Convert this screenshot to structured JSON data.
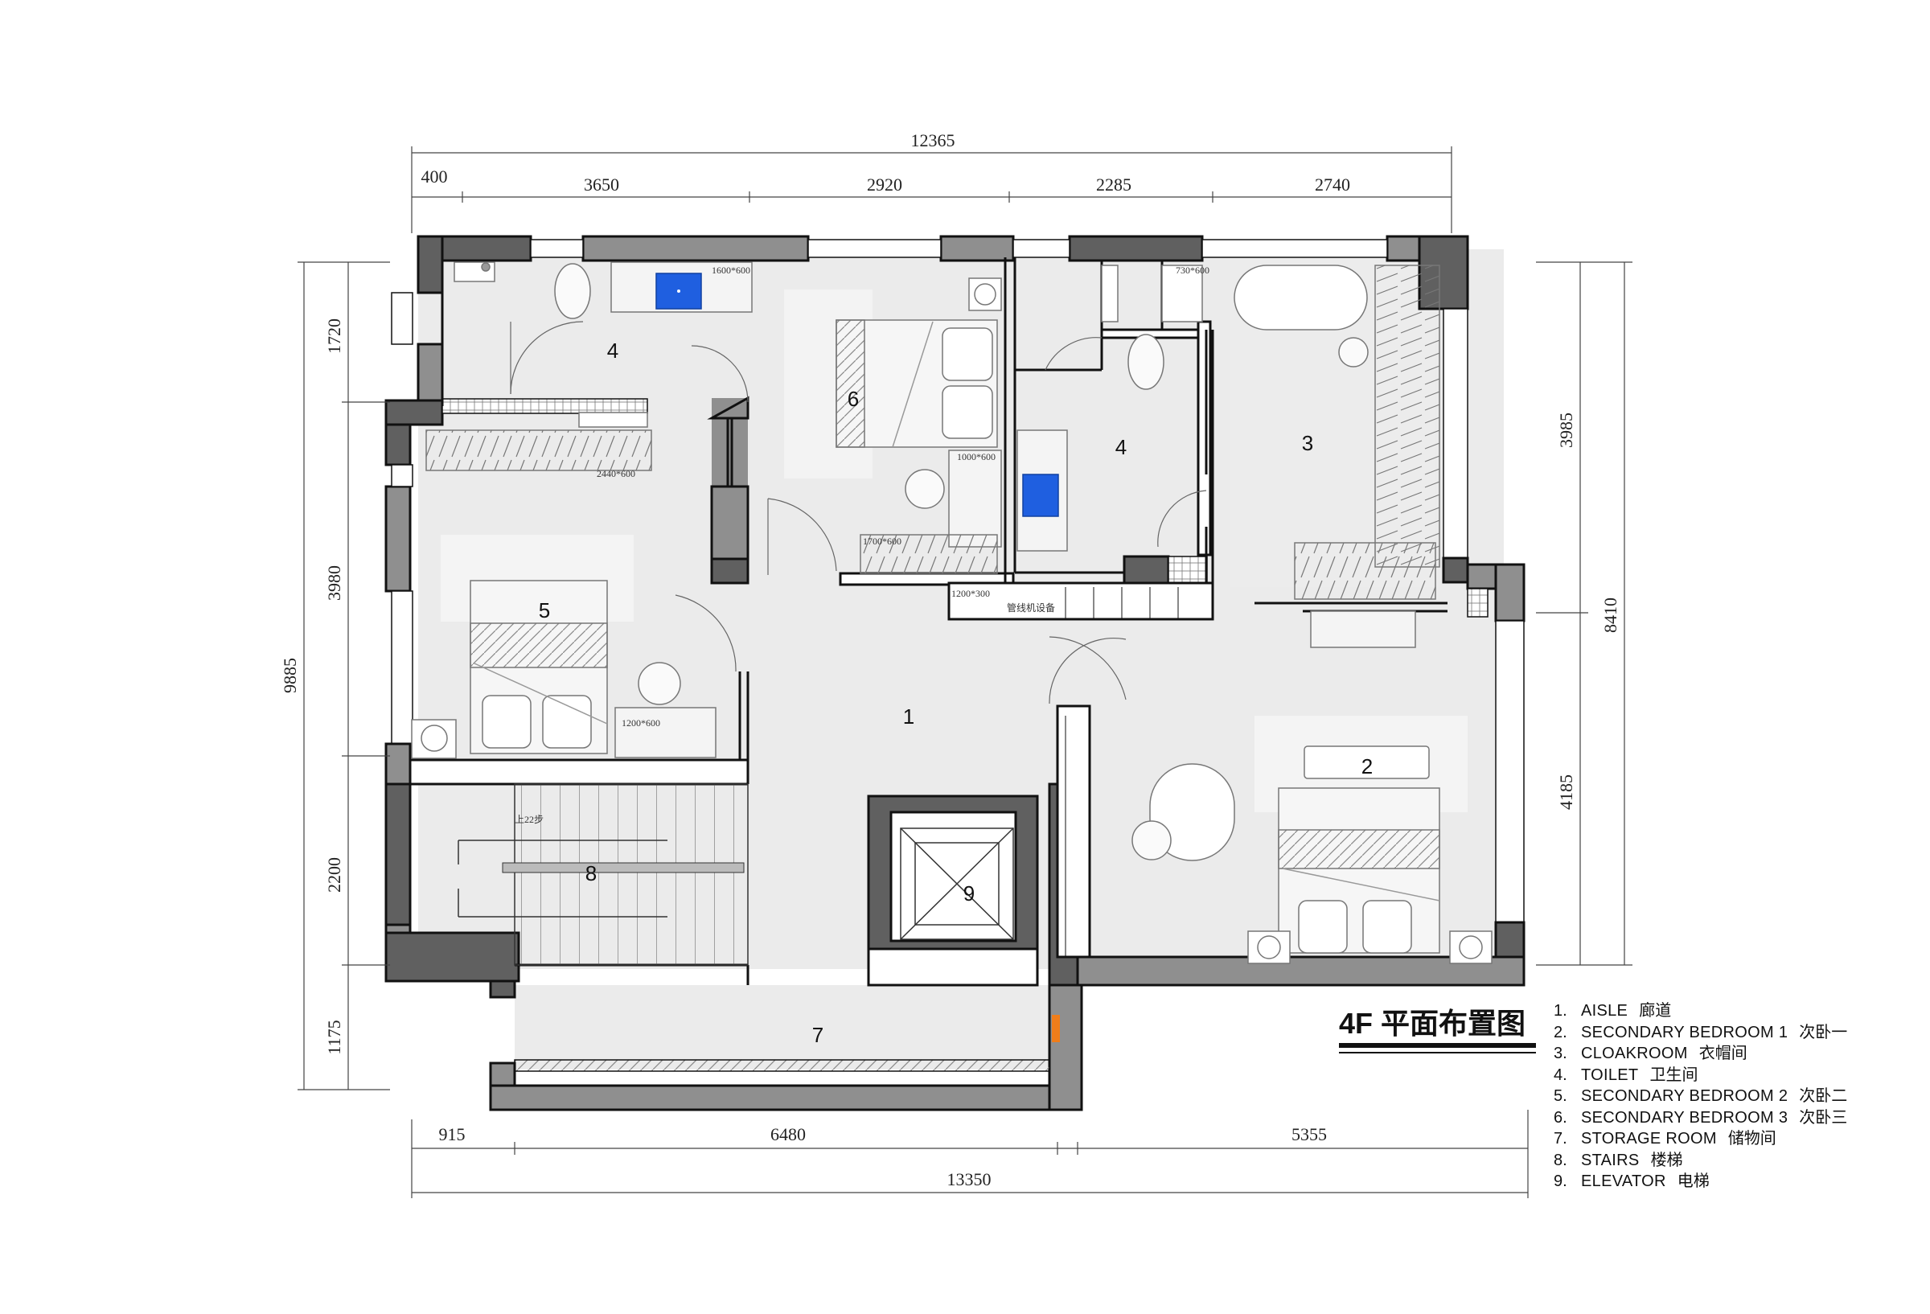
{
  "drawing": {
    "title": "4F 平面布置图",
    "dimensions_top": {
      "overall": "12365",
      "segments": [
        "400",
        "3650",
        "2920",
        "2285",
        "2740"
      ]
    },
    "dimensions_bottom": {
      "overall": "13350",
      "segments": [
        "915",
        "6480",
        "5355"
      ]
    },
    "dimensions_left": {
      "overall": "9885",
      "segments": [
        "1720",
        "3980",
        "2200",
        "1175"
      ]
    },
    "dimensions_right": {
      "overall": "8410",
      "segments": [
        "3985",
        "4185"
      ]
    },
    "room_numbers": {
      "aisle": "1",
      "bedroom1": "2",
      "cloakroom": "3",
      "toilet_left": "4",
      "toilet_right": "4",
      "bedroom2": "5",
      "bedroom3": "6",
      "storage": "7",
      "stairs": "8",
      "elevator": "9"
    },
    "notes": {
      "vanity_left": "1600*600",
      "wardrobe_left": "2440*600",
      "desk_bed5": "1200*600",
      "desk_bed6": "1000*600",
      "cabinet_bed6": "1700*600",
      "shaft_size": "1200*300",
      "shaft_label": "管线机设备",
      "shower": "730*600",
      "stairs_note": "上22步"
    }
  },
  "legend": [
    {
      "num": "1.",
      "en": "AISLE",
      "zh": "廊道"
    },
    {
      "num": "2.",
      "en": "SECONDARY BEDROOM 1",
      "zh": "次卧一"
    },
    {
      "num": "3.",
      "en": "CLOAKROOM",
      "zh": "衣帽间"
    },
    {
      "num": "4.",
      "en": "TOILET",
      "zh": "卫生间"
    },
    {
      "num": "5.",
      "en": "SECONDARY BEDROOM 2",
      "zh": "次卧二"
    },
    {
      "num": "6.",
      "en": "SECONDARY BEDROOM 3",
      "zh": "次卧三"
    },
    {
      "num": "7.",
      "en": "STORAGE ROOM",
      "zh": "储物间"
    },
    {
      "num": "8.",
      "en": "STAIRS",
      "zh": "楼梯"
    },
    {
      "num": "9.",
      "en": "ELEVATOR",
      "zh": "电梯"
    }
  ],
  "colors": {
    "wall_dark": "#606060",
    "wall_mid": "#8f8f8f",
    "floor": "#ebebeb",
    "sink_blue": "#1f5fe0",
    "accent_orange": "#f07d1a"
  }
}
